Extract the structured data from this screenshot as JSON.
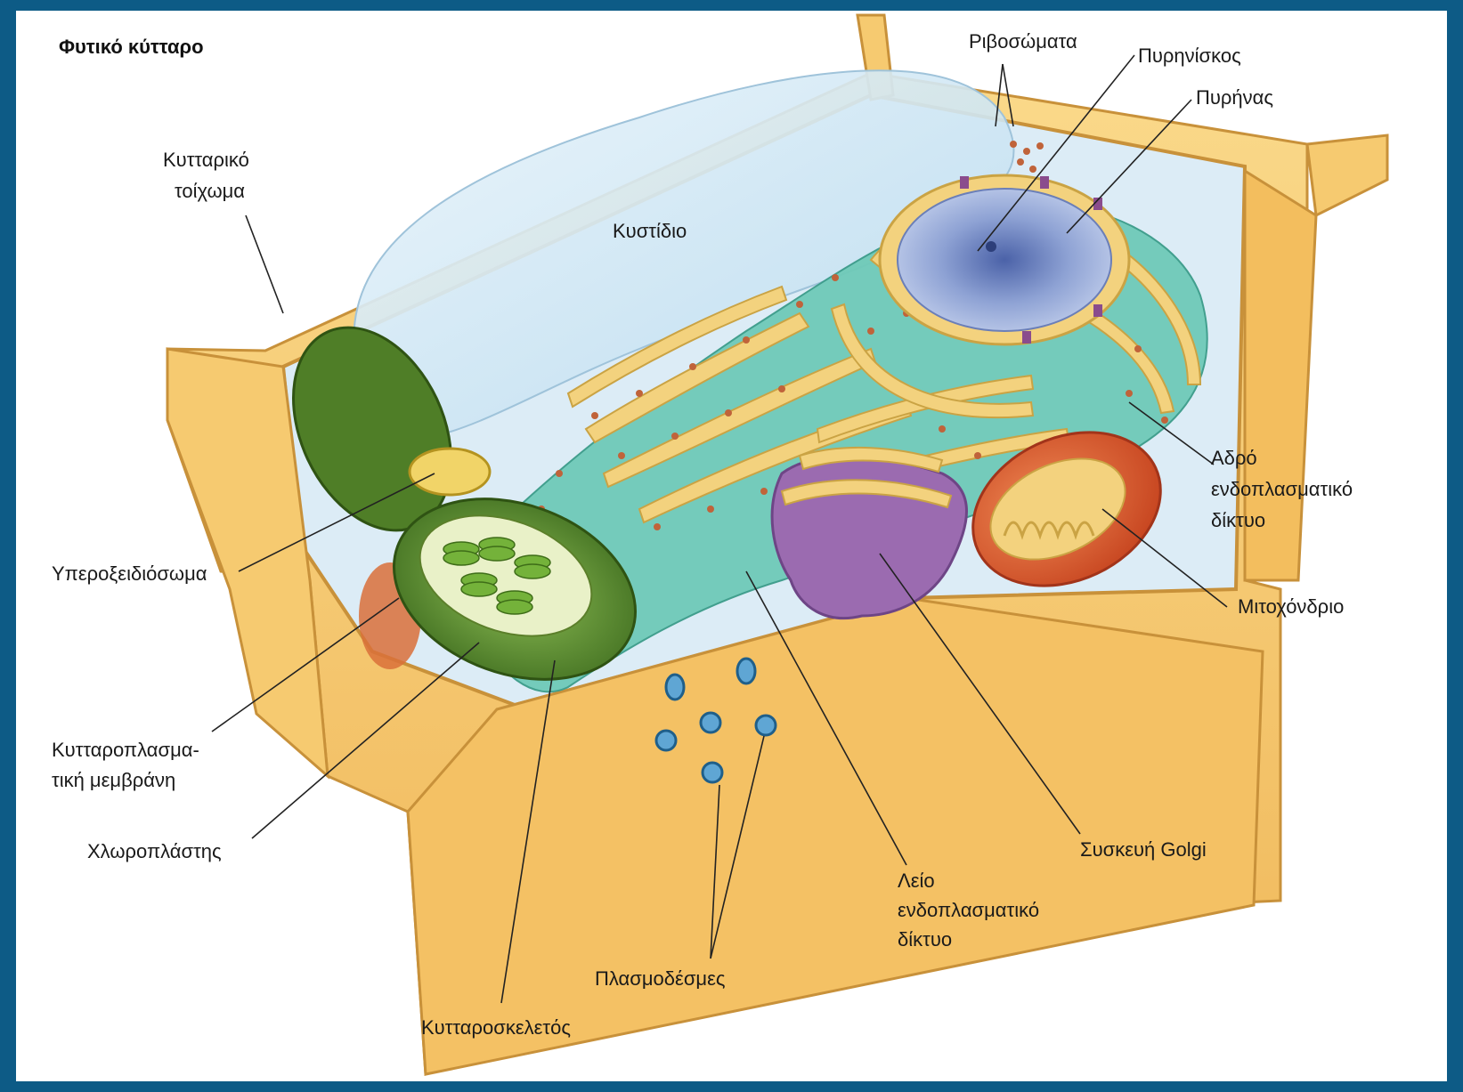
{
  "title": "Φυτικό κύτταρο",
  "labels": {
    "ribosomes": "Ριβοσώματα",
    "nucleolus": "Πυρηνίσκος",
    "nucleus": "Πυρήνας",
    "cell_wall": [
      "Κυτταρικό",
      "τοίχωμα"
    ],
    "vacuole": "Κυστίδιο",
    "rough_er": [
      "Αδρό",
      "ενδοπλασματικό",
      "δίκτυο"
    ],
    "peroxisome": "Υπεροξειδιόσωμα",
    "mitochondrion": "Μιτοχόνδριο",
    "plasma_membrane": [
      "Κυτταροπλασμα-",
      "τική μεμβράνη"
    ],
    "chloroplast": "Χλωροπλάστης",
    "golgi": "Συσκευή Golgi",
    "smooth_er": [
      "Λείο",
      "ενδοπλασματικό",
      "δίκτυο"
    ],
    "plasmodesmata": "Πλασμοδέσμες",
    "cytoskeleton": "Κυτταροσκελετός"
  },
  "colors": {
    "frame": "#0d5b86",
    "cell_wall": "#f6c86a",
    "cell_wall_edge": "#c8913a",
    "cytoplasm": "#dcecf6",
    "vacuole": "#cfe6f3",
    "chloroplast": "#5b8a2e",
    "mitochondrion": "#d9552a",
    "golgi": "#9b6bb0",
    "er_lumen": "#f3d27e",
    "er_cyt": "#5bbfae",
    "nucleus": "#8ea2d4",
    "ribosome": "#c0633a"
  }
}
